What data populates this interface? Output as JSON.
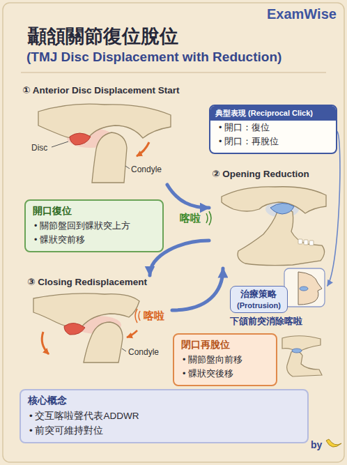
{
  "diagram": {
    "title": "顳頷關節復位脫位",
    "nodes": [
      {
        "text": [
          "① Anterior Disc Displacement Start"
        ]
      },
      {
        "text": [
          "典型表現 (Reciprocal Click)",
          "• 開口：復位",
          "• 閉口：再脫位"
        ]
      },
      {
        "text": [
          "② Opening Reduction"
        ]
      },
      {
        "text": [
          "開口復位",
          "• 關節盤回到髁狀突上方",
          "• 髁狀突前移"
        ]
      },
      {
        "text": [
          "③ Closing Redisplacement"
        ]
      },
      {
        "text": [
          "治療策略",
          "(Protrusion)",
          "下頜前突消除喀啦"
        ]
      },
      {
        "text": [
          "閉口再脫位",
          "• 關節盤向前移",
          "• 髁狀突後移"
        ]
      },
      {
        "text": [
          "核心概念",
          "• 交互喀啦聲代表ADDWR",
          "• 前突可維持對位"
        ]
      }
    ],
    "edges": [
      {
        "from": 0,
        "to": 2,
        "arrow": "to"
      },
      {
        "from": 2,
        "to": 4,
        "arrow": "to"
      },
      {
        "from": 4,
        "to": 2,
        "arrow": "to"
      },
      {
        "from": 1,
        "to": 5,
        "arrow": "to"
      }
    ],
    "labels": [
      "ExamWise",
      "(TMJ Disc Displacement with Reduction)",
      "Disc",
      "Condyle",
      "喀啦",
      "喀啦",
      "Condyle",
      "by"
    ]
  }
}
